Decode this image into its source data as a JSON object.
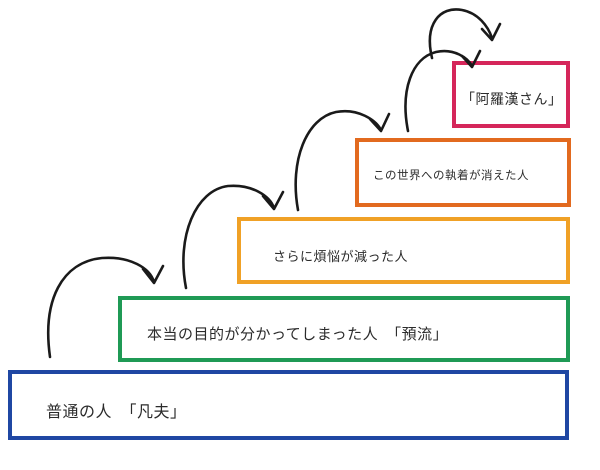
{
  "steps": [
    {
      "label": "普通の人　「凡夫」",
      "color": "#1f47a3"
    },
    {
      "label": "本当の目的が分かってしまった人　「預流」",
      "color": "#1f9a55"
    },
    {
      "label": "さらに煩悩が減った人",
      "color": "#f0a126"
    },
    {
      "label": "この世界への執着が消えた人",
      "color": "#e26a1f"
    },
    {
      "label": "「阿羅漢さん」",
      "color": "#d5265a"
    }
  ],
  "arrows": [
    {
      "name": "arrow-step1-to-step2",
      "icon": "curved-arrow-icon"
    },
    {
      "name": "arrow-step2-to-step3",
      "icon": "curved-arrow-icon"
    },
    {
      "name": "arrow-step3-to-step4",
      "icon": "curved-arrow-icon"
    },
    {
      "name": "arrow-step4-to-step5",
      "icon": "curved-arrow-icon"
    },
    {
      "name": "arrow-step5-to-top",
      "icon": "curved-arrow-icon"
    }
  ]
}
